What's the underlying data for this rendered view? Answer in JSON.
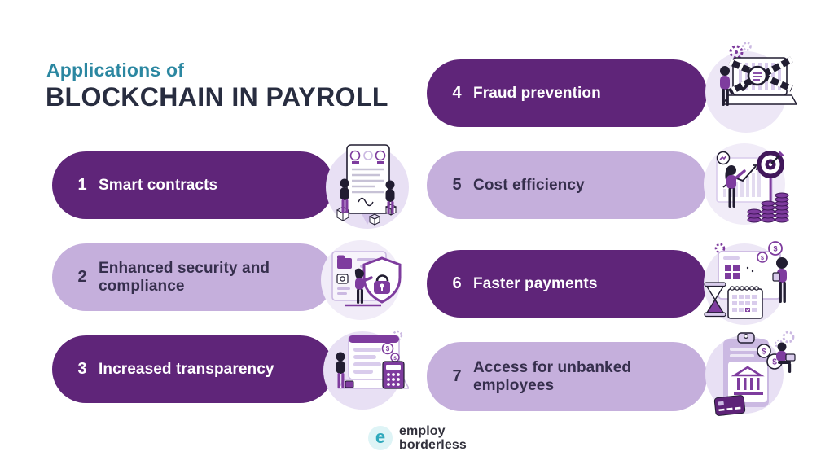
{
  "header": {
    "subtitle": "Applications of",
    "title": "BLOCKCHAIN IN PAYROLL"
  },
  "items": [
    {
      "number": "1",
      "label": "Smart contracts",
      "variant": "dark",
      "illustration": "contract-scroll-people-cubes"
    },
    {
      "number": "2",
      "label": "Enhanced security and compliance",
      "variant": "light",
      "illustration": "shield-padlock-folder"
    },
    {
      "number": "3",
      "label": "Increased transparency",
      "variant": "dark",
      "illustration": "laptop-calculator-coins"
    },
    {
      "number": "4",
      "label": "Fraud prevention",
      "variant": "dark",
      "illustration": "laptop-caution-tape-magnifier"
    },
    {
      "number": "5",
      "label": "Cost efficiency",
      "variant": "light",
      "illustration": "target-chart-coin-stacks"
    },
    {
      "number": "6",
      "label": "Faster payments",
      "variant": "dark",
      "illustration": "hourglass-calendar-coins"
    },
    {
      "number": "7",
      "label": "Access for unbanked employees",
      "variant": "light",
      "illustration": "clipboard-bank-card-coins"
    }
  ],
  "footer": {
    "logo_mark": "e",
    "brand_line1": "employ",
    "brand_line2": "borderless"
  },
  "colors": {
    "dark_pill": "#5F2579",
    "light_pill": "#C5AFDC",
    "title": "#282D40",
    "subtitle_teal": "#2B87A1",
    "pill_text_dark": "#362F4D",
    "illus_ink": "#211D31",
    "illus_purple": "#7E3C9E",
    "illus_lavender": "#CBB9E2",
    "illus_pale": "#E8E0F4",
    "logo_teal": "#2FA9BC",
    "logo_bg": "#DEF4F6",
    "brand_text": "#32313C"
  }
}
